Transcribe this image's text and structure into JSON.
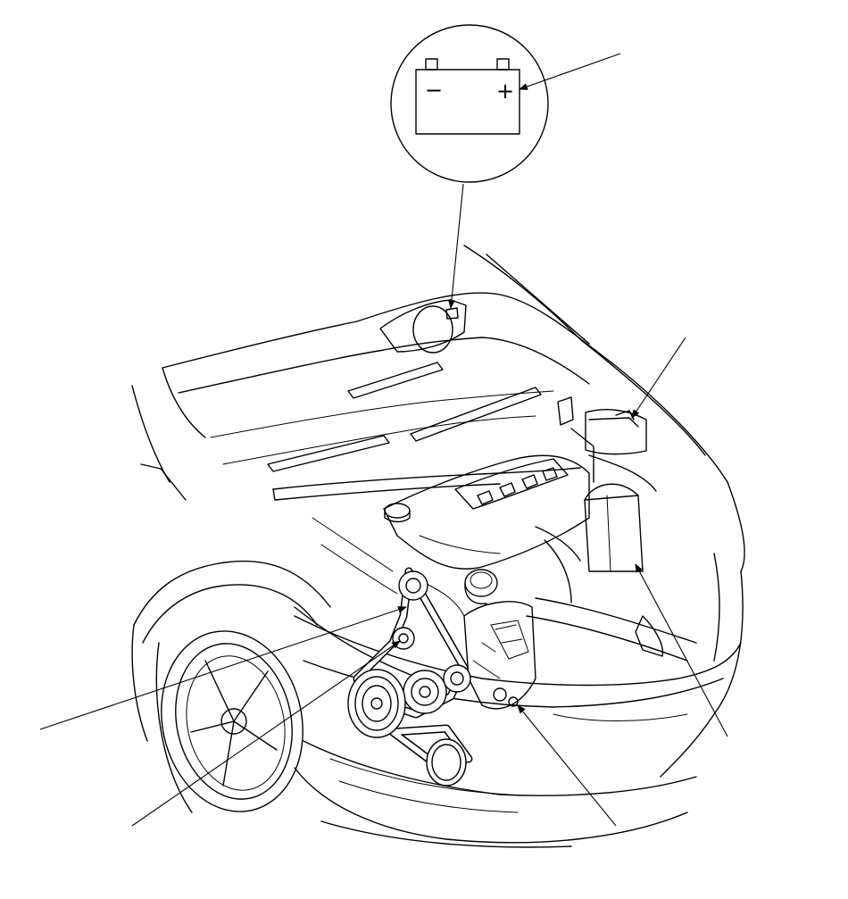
{
  "diagram": {
    "battery_symbols": {
      "negative": "−",
      "positive": "+"
    },
    "colors": {
      "line": "#000000",
      "background": "#ffffff"
    },
    "icons": [
      "battery-icon",
      "car-front-line-drawing",
      "drive-belt",
      "alternator",
      "pulley"
    ]
  }
}
